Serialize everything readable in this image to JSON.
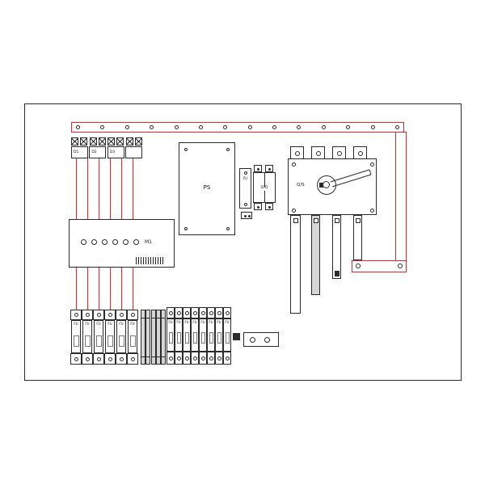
{
  "panel": {
    "top_terminals": [
      "D1",
      "D2",
      "D3",
      ""
    ],
    "meter": {
      "label": "M1"
    },
    "power_supply": {
      "label": "PS"
    },
    "surge": {
      "fuse_label": "FU",
      "spd_label": "SPD"
    },
    "switch": {
      "label": "Q/S"
    },
    "fuse_row_left": [
      "FU",
      "FU",
      "FU",
      "FU",
      "FU",
      "FU"
    ],
    "fuse_row_right": [
      "FU",
      "FU",
      "FU",
      "FU",
      "FU",
      "FU",
      "FU",
      "FU"
    ],
    "colors": {
      "wire_red": "#e8262a",
      "outline": "#2b2b2b",
      "gray_fill": "#d6d6d6"
    }
  }
}
